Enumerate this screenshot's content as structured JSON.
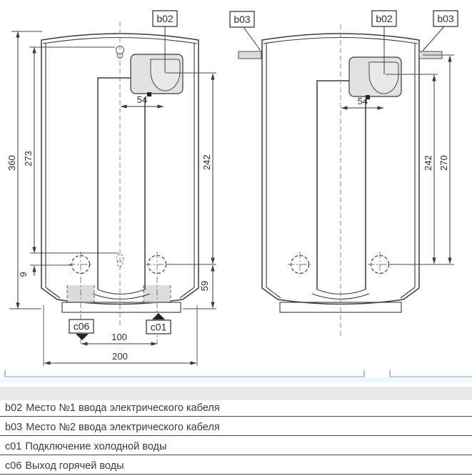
{
  "colors": {
    "line": "#3a3a3a",
    "panel_fill": "#e2e2e2",
    "stub_fill": "#dcdcdc",
    "divider_blue": "#a9bdc9",
    "legend_band": "#e8e8e8",
    "legend_rule": "#4a4a4a",
    "text": "#2f2f2f"
  },
  "drawing": {
    "left_view": {
      "callouts": {
        "b02": "b02",
        "c06": "c06",
        "c01": "c01"
      },
      "dimensions": {
        "overall_height": "360",
        "hanger_height": "273",
        "hanger_to_pipes": "9",
        "cable_entry_height": "242",
        "bottom_to_pipes": "59",
        "cable_entry_offset": "54",
        "pipe_spacing": "100",
        "overall_width": "200"
      }
    },
    "right_view": {
      "callouts": {
        "b03_left": "b03",
        "b02": "b02",
        "b03_right": "b03"
      },
      "dimensions": {
        "cable_entry_offset": "54",
        "cable_entry_height": "242",
        "side_entry_height": "270"
      }
    }
  },
  "legend": {
    "rows": [
      {
        "code": "b02",
        "text": "Место №1 ввода электрического кабеля"
      },
      {
        "code": "b03",
        "text": "Место №2 ввода электрического кабеля"
      },
      {
        "code": "c01",
        "text": "Подключение холодной воды"
      },
      {
        "code": "c06",
        "text": "Выход горячей воды"
      }
    ]
  }
}
